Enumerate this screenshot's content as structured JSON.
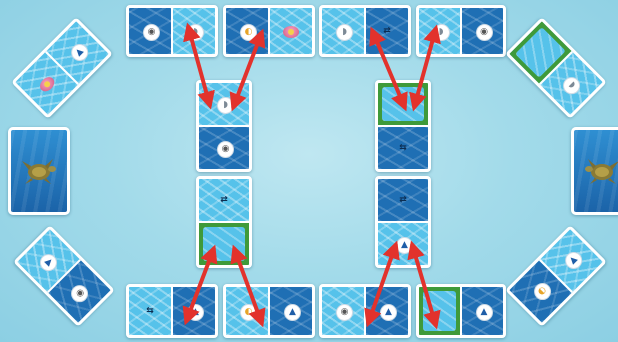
{
  "game": {
    "colors": {
      "background": "#a3dbea",
      "water_light": "#56c2ea",
      "water_dark": "#1f6fb4",
      "grass": "#3f9a3a",
      "arrow": "#e2322c",
      "card_blue": "#1b63a8"
    },
    "players": [
      {
        "side": "left",
        "card": "sea-turtle-card"
      },
      {
        "side": "right",
        "card": "sea-turtle-card"
      }
    ],
    "tile_symbols": {
      "fin": "fin-token",
      "gull": "seagull-token",
      "sun": "sun-token",
      "eye": "eye-token",
      "flower": "sea-flower",
      "arrows_glyph": "⇄"
    },
    "glyphs": {
      "arrows": "⇄",
      "swap": "⇆"
    }
  }
}
